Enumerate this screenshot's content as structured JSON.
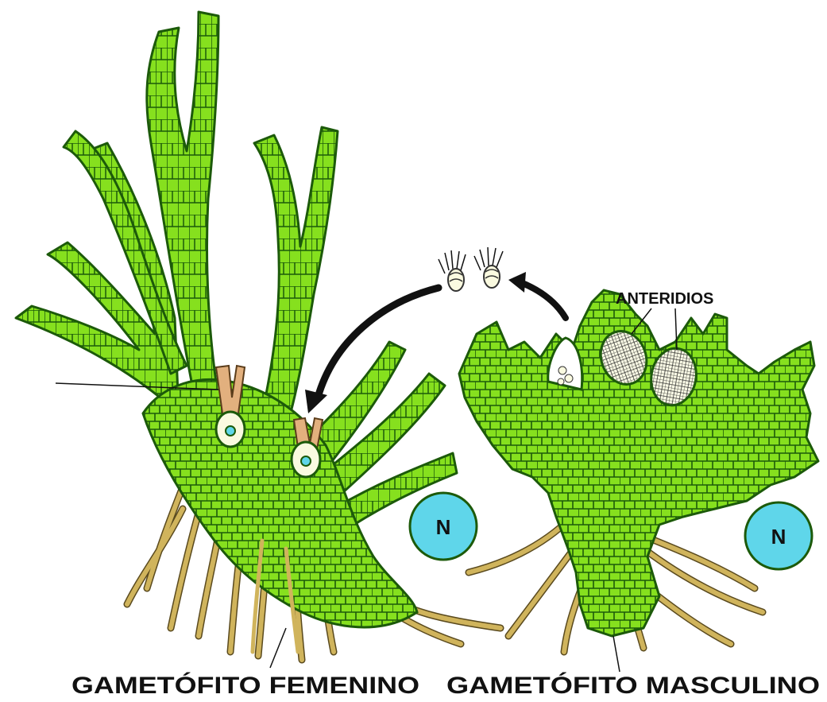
{
  "labels": {
    "female": "GAMETÓFITO FEMENINO",
    "male": "GAMETÓFITO MASCULINO",
    "antheridia": "ANTERIDIOS"
  },
  "badges": {
    "female_ploidy": "N",
    "male_ploidy": "N"
  },
  "colors": {
    "thallus": "#86e01e",
    "cell_lines": "#1c5a0a",
    "rhizoid": "#d0b45c",
    "archegonium": "#e2b07e",
    "badge": "#5fd6ea",
    "arrow": "#111111"
  }
}
